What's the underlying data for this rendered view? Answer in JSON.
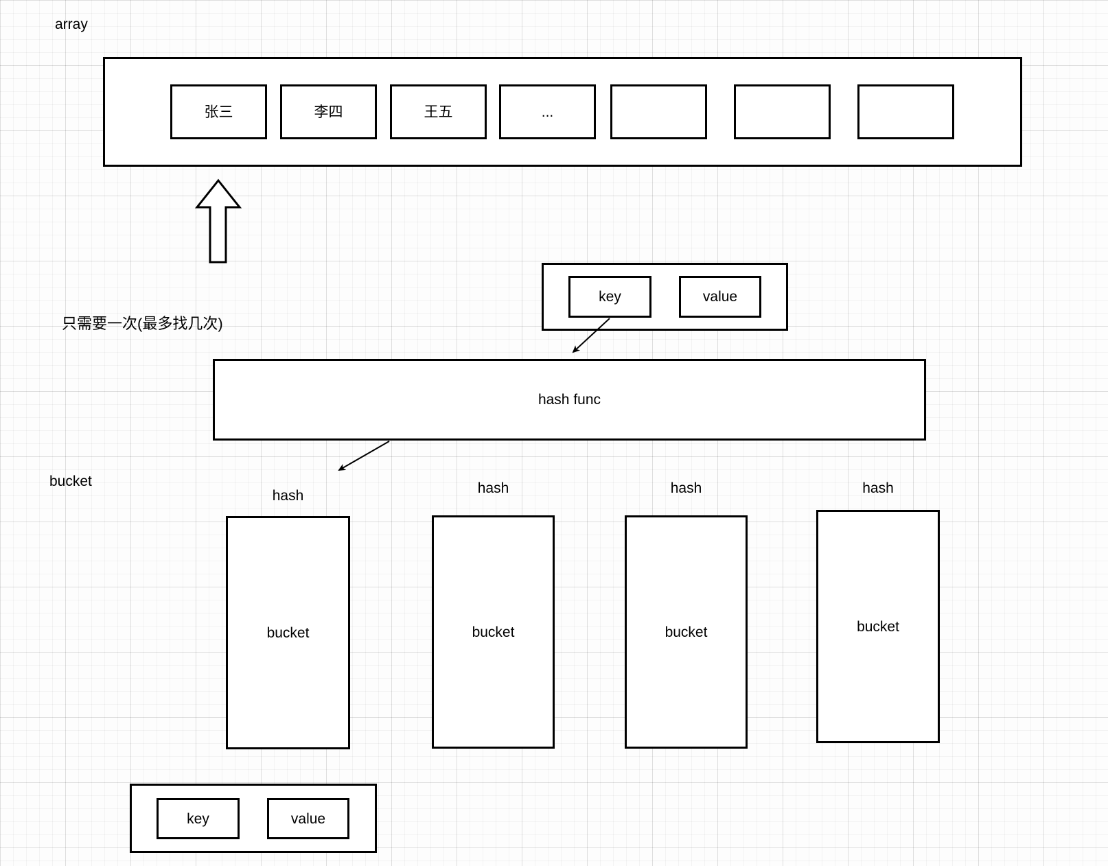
{
  "labels": {
    "array": "array",
    "note": "只需要一次(最多找几次)",
    "bucket_side": "bucket"
  },
  "array": {
    "cells": [
      {
        "text": "张三"
      },
      {
        "text": "李四"
      },
      {
        "text": "王五"
      },
      {
        "text": "..."
      },
      {
        "text": ""
      },
      {
        "text": ""
      },
      {
        "text": ""
      }
    ]
  },
  "kv_top": {
    "key_label": "key",
    "value_label": "value"
  },
  "hash_func": {
    "label": "hash func"
  },
  "buckets": [
    {
      "hash_label": "hash",
      "body_label": "bucket"
    },
    {
      "hash_label": "hash",
      "body_label": "bucket"
    },
    {
      "hash_label": "hash",
      "body_label": "bucket"
    },
    {
      "hash_label": "hash",
      "body_label": "bucket"
    }
  ],
  "kv_bottom": {
    "key_label": "key",
    "value_label": "value"
  },
  "colors": {
    "stroke": "#000000",
    "fill": "#ffffff",
    "grid_minor": "#ededed",
    "grid_major": "#e0e0e0"
  }
}
